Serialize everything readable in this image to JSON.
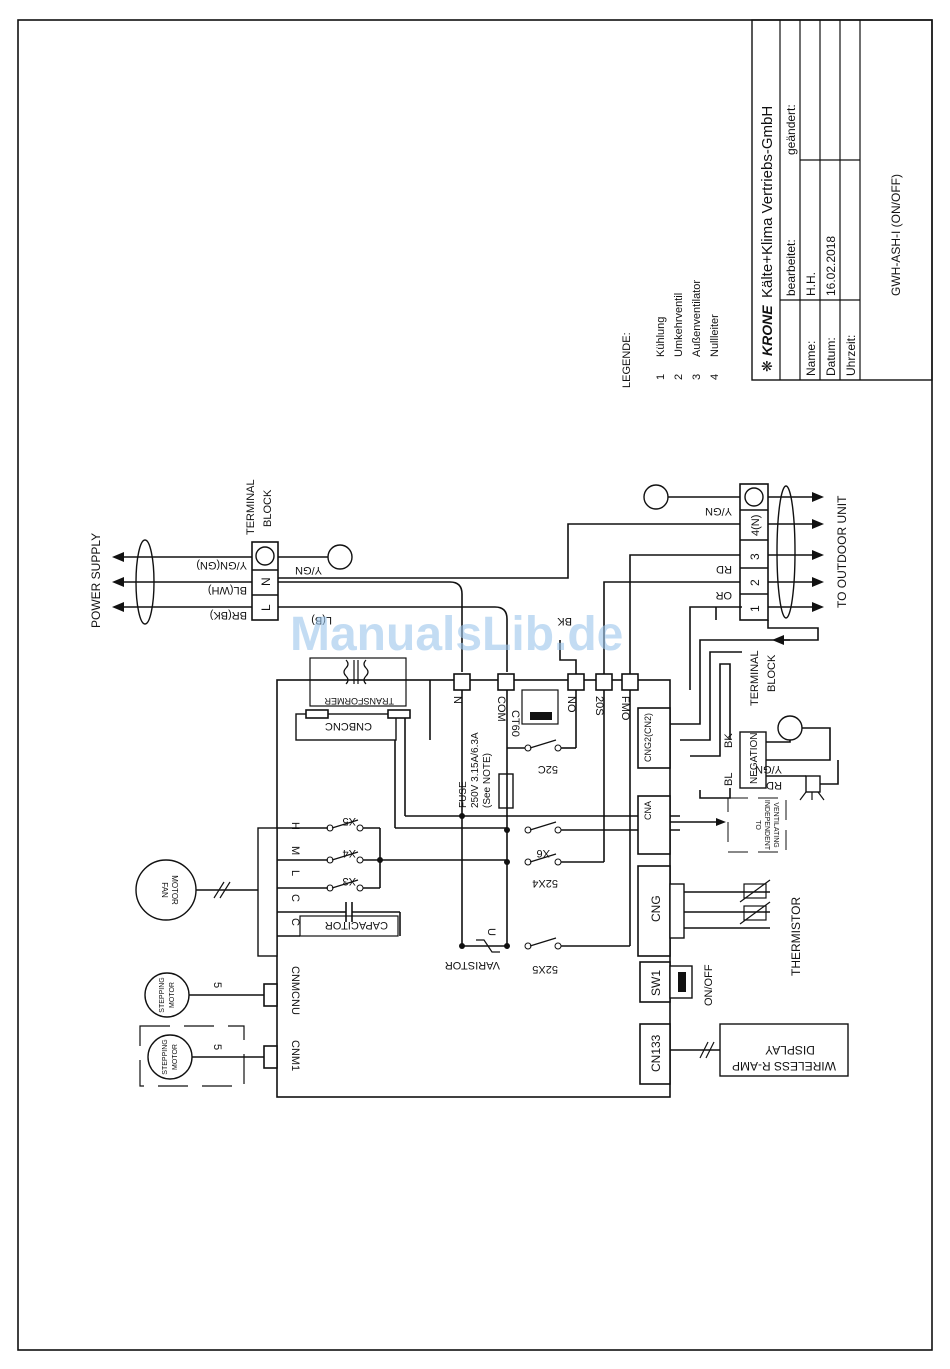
{
  "title_block": {
    "brand": "KRONE",
    "company": "Kälte+Klima Vertriebs-GmbH",
    "bearbeitet_label": "bearbeitet:",
    "geaendert_label": "geändert:",
    "name_label": "Name:",
    "name_value": "H.H.",
    "datum_label": "Datum:",
    "datum_value": "16.02.2018",
    "uhrzeit_label": "Uhrzeit:",
    "drawing_title": "GWH-ASH-I (ON/OFF)"
  },
  "legend": {
    "heading": "LEGENDE:",
    "items": [
      {
        "num": "1",
        "text": "Kühlung"
      },
      {
        "num": "2",
        "text": "Umkehrventil"
      },
      {
        "num": "3",
        "text": "Außenventilator"
      },
      {
        "num": "4",
        "text": "Nullleiter"
      }
    ]
  },
  "power_supply": {
    "label": "POWER SUPPLY",
    "terminal_block_line1": "TERMINAL",
    "terminal_block_line2": "BLOCK",
    "wire_ground": "Y/GN(GN)",
    "wire_n": "BL(WH)",
    "wire_l": "BR(BK)",
    "term_n": "N",
    "term_l": "L",
    "ground_label": "Y/GN",
    "inner_l_label": "L(B)",
    "inner_n_label": "BK"
  },
  "outdoor": {
    "terminal_block_line1": "TERMINAL",
    "terminal_block_line2": "BLOCK",
    "to_outdoor": "TO OUTDOOR UNIT",
    "terminals": [
      "4(N)",
      "3",
      "2",
      "1"
    ],
    "wire_yg": "Y/GN",
    "wire_rd": "RD",
    "wire_or": "OR"
  },
  "board": {
    "transformer": "TRANSFORMER",
    "cnbcnc": "CNBCNC",
    "n": "N",
    "com": "COM",
    "ct60": "CT60",
    "no": "NO",
    "s20": "20S",
    "fmo": "FMO",
    "cng2": "CNG2(CN2)",
    "fuse_line1": "FUSE",
    "fuse_line2": "250V  3.15A/6.3A",
    "fuse_line3": "(See NOTE)",
    "r52c": "52C",
    "x5": "X5",
    "x4": "X4",
    "x3": "X3",
    "x6": "X6",
    "r52x4": "52X4",
    "r52x5": "52X5",
    "u": "U",
    "varistor": "VARISTOR",
    "capacitor": "CAPACITOR",
    "cnmcnu": "CNMCNU",
    "cnm1": "CNM1",
    "cng": "CNG",
    "sw1": "SW1",
    "cn133": "CN133",
    "cna": "CNA",
    "fan_h": "H",
    "fan_m": "M",
    "fan_l": "L",
    "fan_c1": "C",
    "fan_c2": "C"
  },
  "peripherals": {
    "fan_motor_line1": "FAN",
    "fan_motor_line2": "MOTOR",
    "stepping_line1": "STEPPING",
    "stepping_line2": "MOTOR",
    "five_a": "5",
    "five_b": "5",
    "thermistor": "THERMISTOR",
    "on_off": "ON/OFF",
    "display_line1": "DISPLAY",
    "display_line2": "WIRELESS R-AMP",
    "to_vent_line1": "TO",
    "to_vent_line2": "INDEPENDENT",
    "to_vent_line3": "VENTILATING",
    "negation": "NEGATION",
    "neg_bk": "BK",
    "neg_bl": "BL",
    "neg_yg": "Y/GN",
    "neg_rd": "RD"
  },
  "watermark": "ManualsLib.de"
}
